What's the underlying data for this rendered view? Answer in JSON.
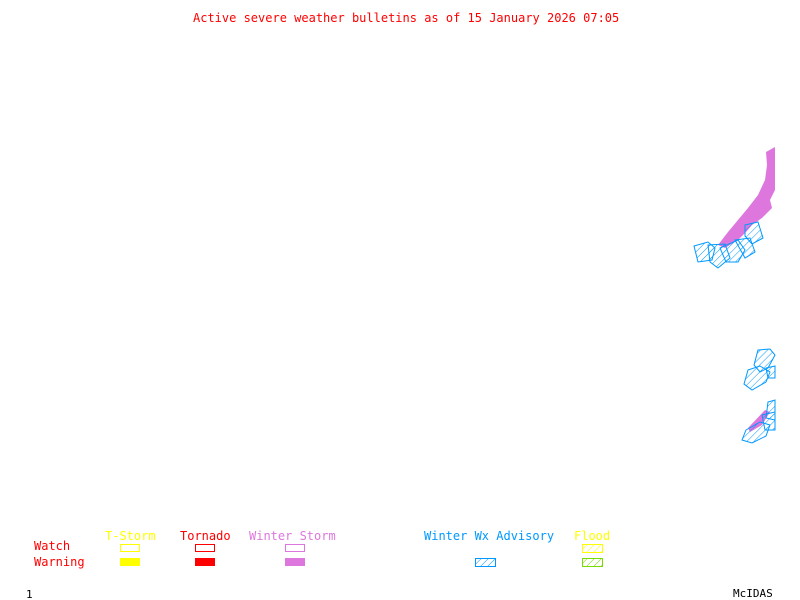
{
  "title": "Active severe weather bulletins as of 15 January 2026 07:05",
  "legend": {
    "rows": {
      "watch": "Watch",
      "warning": "Warning"
    },
    "columns": [
      {
        "label": "T-Storm",
        "color": "#ffff00"
      },
      {
        "label": "Tornado",
        "color": "#ff0000"
      },
      {
        "label": "Winter Storm",
        "color": "#dd77dd"
      },
      {
        "label": "Winter Wx Advisory",
        "color": "#0099ff"
      },
      {
        "label": "Flood",
        "color": "#ffff00",
        "warning_color": "#77dd00"
      }
    ]
  },
  "colors": {
    "title": "#ff0000",
    "row_labels": "#ff0000",
    "winter_storm": "#dd77dd",
    "winter_wx_advisory": "#0099ff"
  },
  "footer": {
    "frame": "1",
    "brand": "McIDAS"
  }
}
